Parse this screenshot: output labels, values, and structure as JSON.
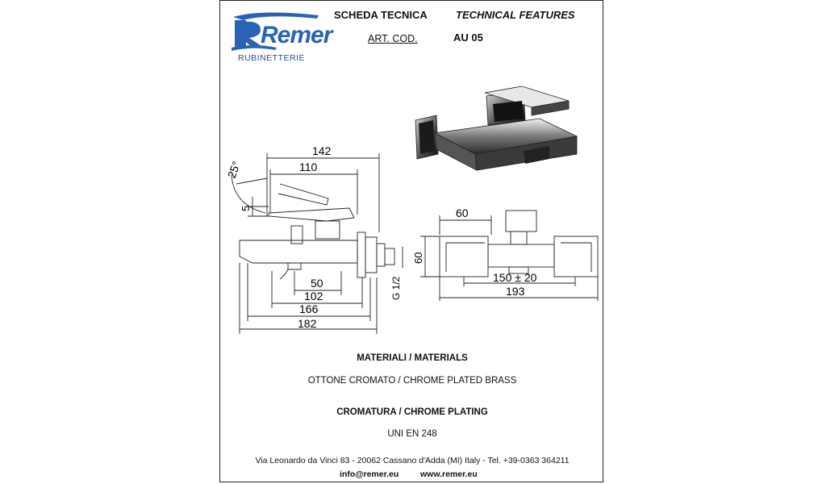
{
  "brand": {
    "logo_text": "Remer",
    "subtitle": "RUBINETTERIE",
    "blue": "#2a63b5"
  },
  "header": {
    "title_it": "SCHEDA TECNICA",
    "title_en": "TECHNICAL FEATURES",
    "art_label": "ART. COD.",
    "art_code": "AU 05"
  },
  "side_view": {
    "dim_total_top": "142",
    "dim_lever": "110",
    "angle": "25°",
    "dim_small": "5",
    "dim_50": "50",
    "dim_102": "102",
    "dim_166": "166",
    "dim_182": "182",
    "thread": "G 1/2"
  },
  "top_view": {
    "dim_60_width": "60",
    "dim_60_height": "60",
    "dim_centers": "150 ± 20",
    "dim_total": "193"
  },
  "materials": {
    "title": "MATERIALI / MATERIALS",
    "value": "OTTONE CROMATO / CHROME PLATED BRASS"
  },
  "plating": {
    "title": "CROMATURA / CHROME PLATING",
    "value": "UNI EN 248"
  },
  "footer": {
    "address": "Via Leonardo da Vinci 83 - 20062 Cassano d'Adda (MI) Italy - Tel. +39-0363 364211",
    "email": "info@remer.eu",
    "website": "www.remer.eu"
  }
}
